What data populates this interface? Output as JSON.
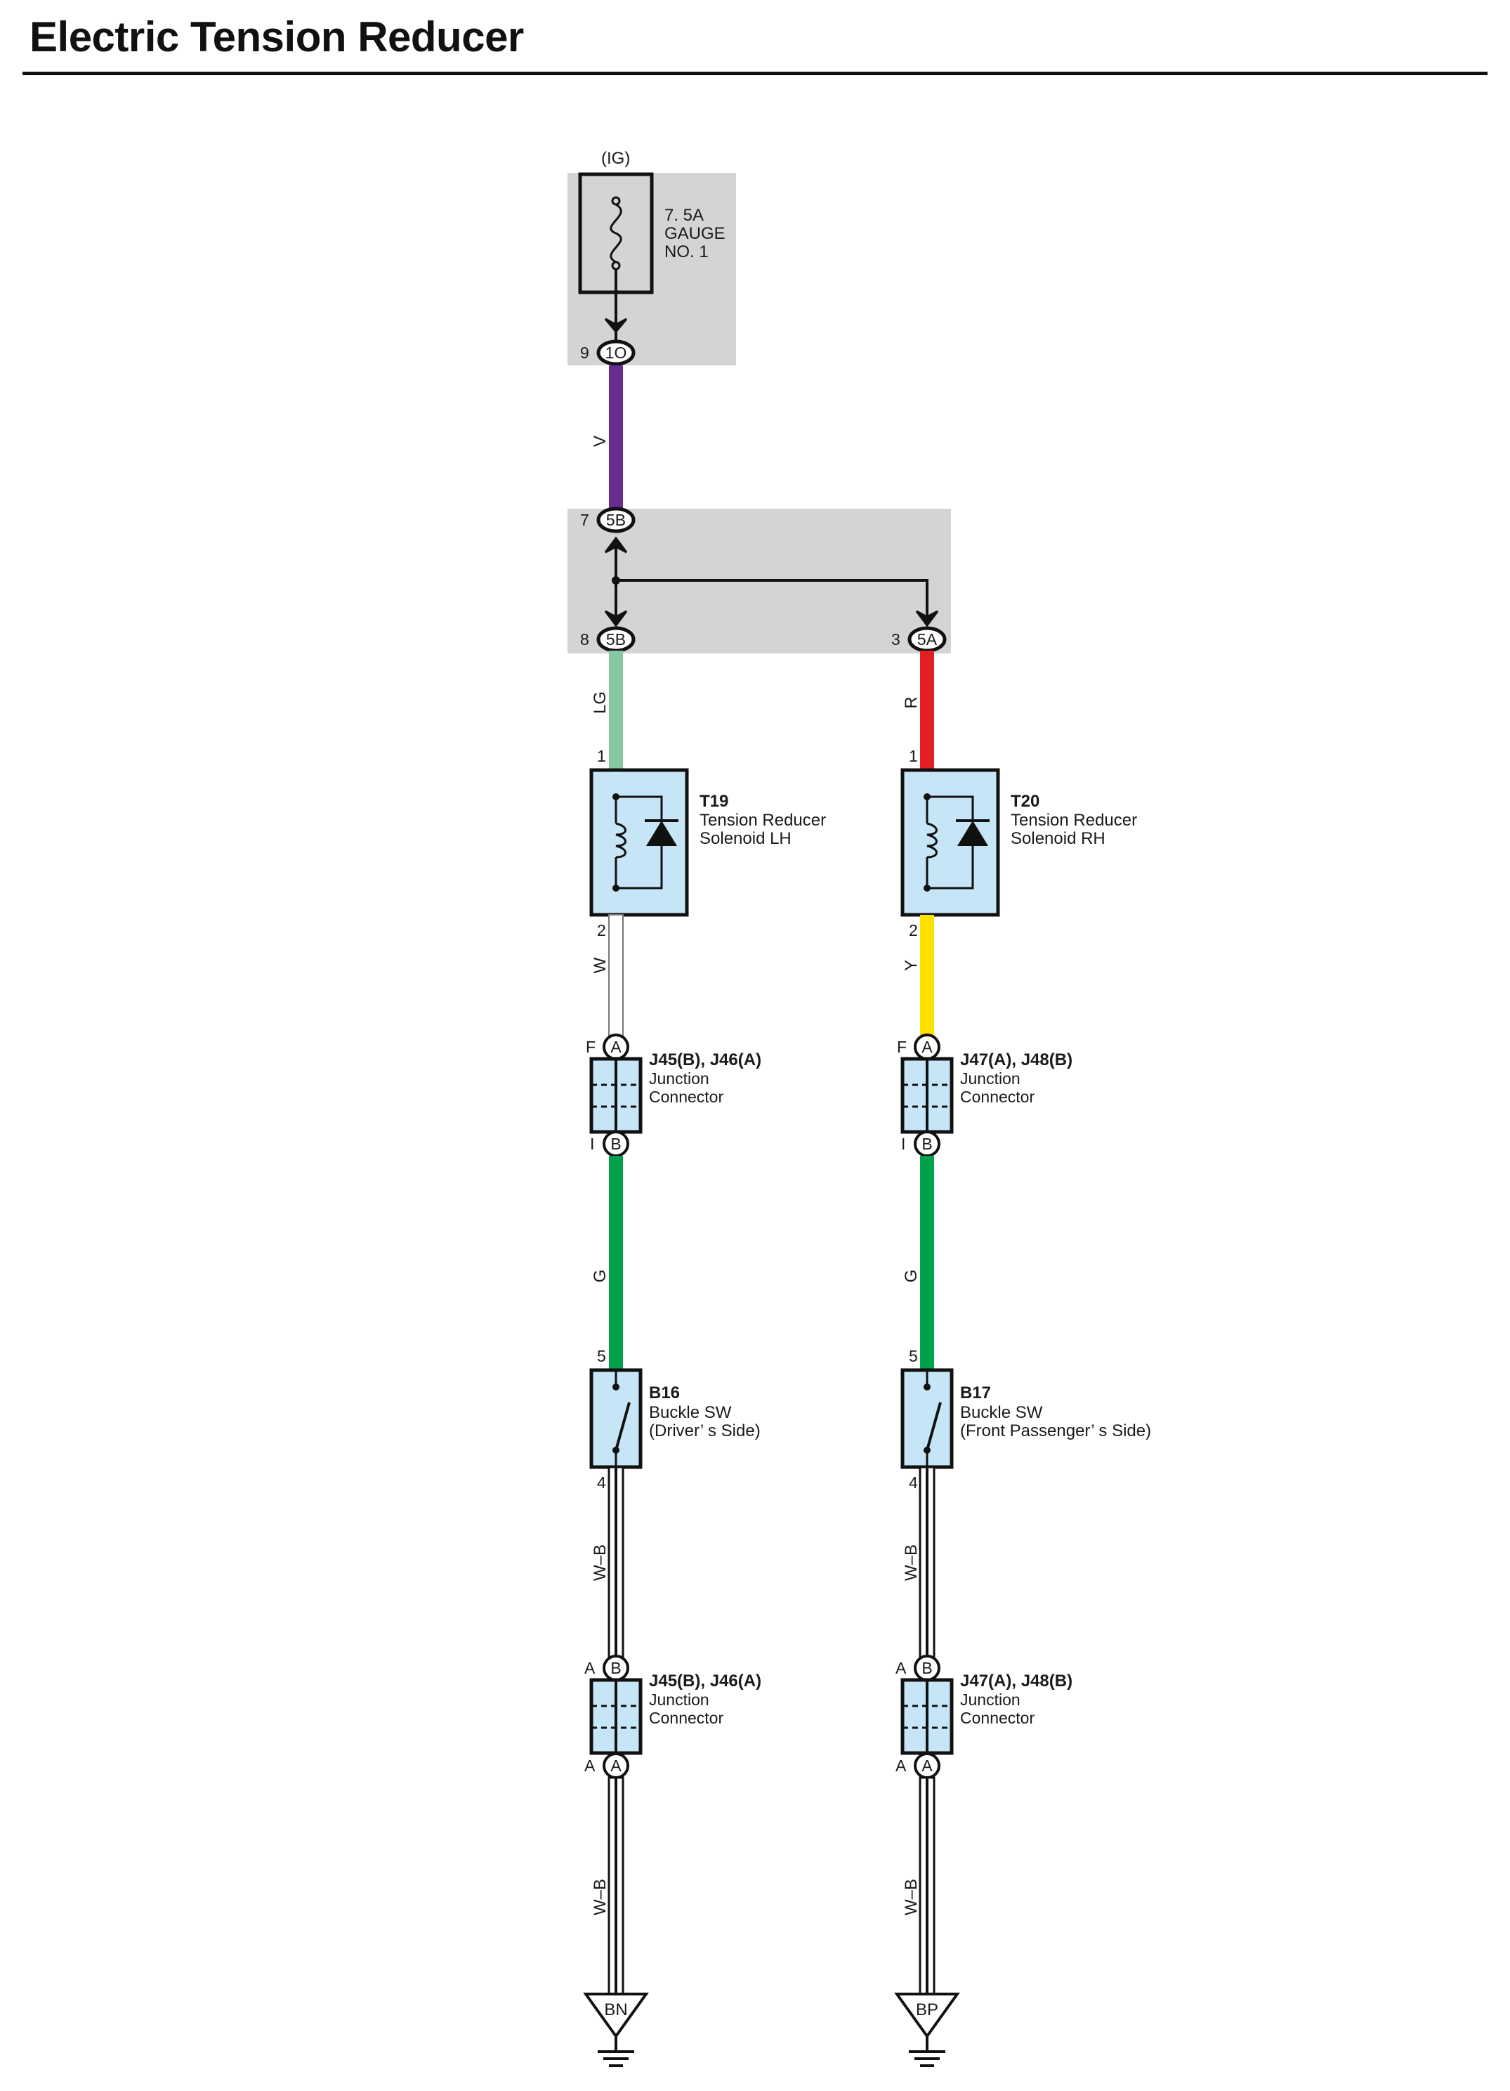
{
  "title": "Electric Tension Reducer",
  "colors": {
    "V": "#6a2c91",
    "LG": "#86c9a1",
    "R": "#e31e24",
    "W": "#ffffff",
    "Y": "#ffe000",
    "G": "#00a14b",
    "W-B": "#ffffff",
    "junction_bg": "#d3d4d6",
    "component_fill": "#c6e5f7"
  },
  "fuse": {
    "source": "(IG)",
    "rating": "7. 5A",
    "name_line1": "GAUGE",
    "name_line2": "NO. 1",
    "connector_pin": "9",
    "connector_id": "1O"
  },
  "wires": {
    "v": "V",
    "lg": "LG",
    "r": "R",
    "w": "W",
    "y": "Y",
    "g_left": "G",
    "g_right": "G",
    "wb_left_1": "W–B",
    "wb_left_2": "W–B",
    "wb_right_1": "W–B",
    "wb_right_2": "W–B"
  },
  "junction_block": {
    "in_pin": "7",
    "in_id": "5B",
    "out_left_pin": "8",
    "out_left_id": "5B",
    "out_right_pin": "3",
    "out_right_id": "5A"
  },
  "solenoid_lh": {
    "code": "T19",
    "line1": "Tension Reducer",
    "line2": "Solenoid LH",
    "pin_top": "1",
    "pin_bottom": "2"
  },
  "solenoid_rh": {
    "code": "T20",
    "line1": "Tension Reducer",
    "line2": "Solenoid RH",
    "pin_top": "1",
    "pin_bottom": "2"
  },
  "jc_left_upper": {
    "code": "J45(B), J46(A)",
    "line1": "Junction",
    "line2": "Connector",
    "top_pin": "F",
    "top_id": "A",
    "bottom_pin": "I",
    "bottom_id": "B"
  },
  "jc_right_upper": {
    "code": "J47(A), J48(B)",
    "line1": "Junction",
    "line2": "Connector",
    "top_pin": "F",
    "top_id": "A",
    "bottom_pin": "I",
    "bottom_id": "B"
  },
  "buckle_lh": {
    "code": "B16",
    "line1": "Buckle SW",
    "line2": "(Driver’ s Side)",
    "pin_top": "5",
    "pin_bottom": "4"
  },
  "buckle_rh": {
    "code": "B17",
    "line1": "Buckle SW",
    "line2": "(Front Passenger’ s Side)",
    "pin_top": "5",
    "pin_bottom": "4"
  },
  "jc_left_lower": {
    "code": "J45(B), J46(A)",
    "line1": "Junction",
    "line2": "Connector",
    "top_pin": "A",
    "top_id": "B",
    "bottom_pin": "A",
    "bottom_id": "A"
  },
  "jc_right_lower": {
    "code": "J47(A), J48(B)",
    "line1": "Junction",
    "line2": "Connector",
    "top_pin": "A",
    "top_id": "B",
    "bottom_pin": "A",
    "bottom_id": "A"
  },
  "ground_left": "BN",
  "ground_right": "BP"
}
